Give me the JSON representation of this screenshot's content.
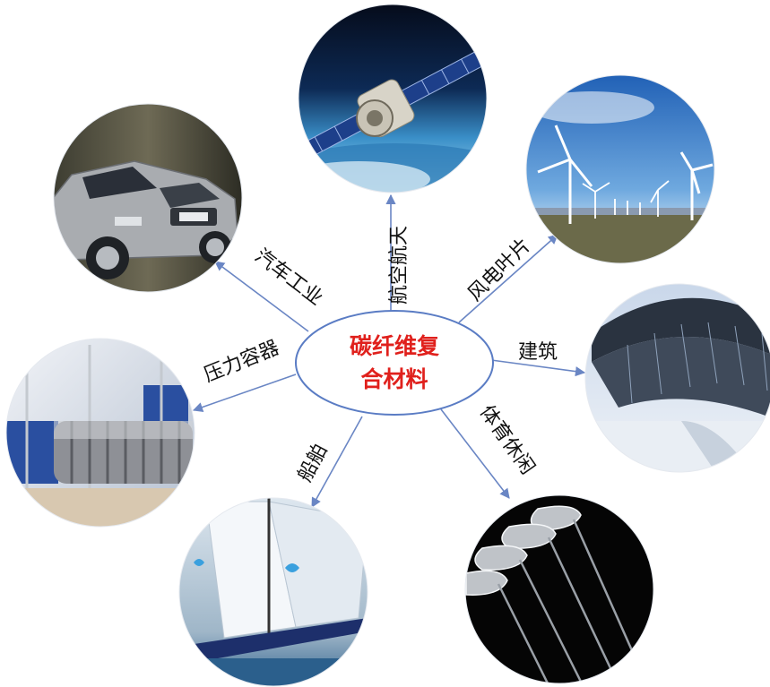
{
  "center": {
    "line1": "碳纤维复",
    "line2": "合材料"
  },
  "branches": [
    {
      "key": "aerospace",
      "label": "航空航天",
      "image": "satellite-in-orbit"
    },
    {
      "key": "wind",
      "label": "风电叶片",
      "image": "wind-turbines"
    },
    {
      "key": "construction",
      "label": "建筑",
      "image": "curved-roof-building"
    },
    {
      "key": "sports",
      "label": "体育休闲",
      "image": "golf-clubs"
    },
    {
      "key": "marine",
      "label": "船舶",
      "image": "racing-sailboat"
    },
    {
      "key": "pressure",
      "label": "压力容器",
      "image": "filament-wound-cylinders"
    },
    {
      "key": "auto",
      "label": "汽车工业",
      "image": "suv-car"
    }
  ],
  "colors": {
    "center_text": "#e0201c",
    "ellipse_stroke": "#5a7cc4",
    "arrows": "#6a86c4"
  }
}
